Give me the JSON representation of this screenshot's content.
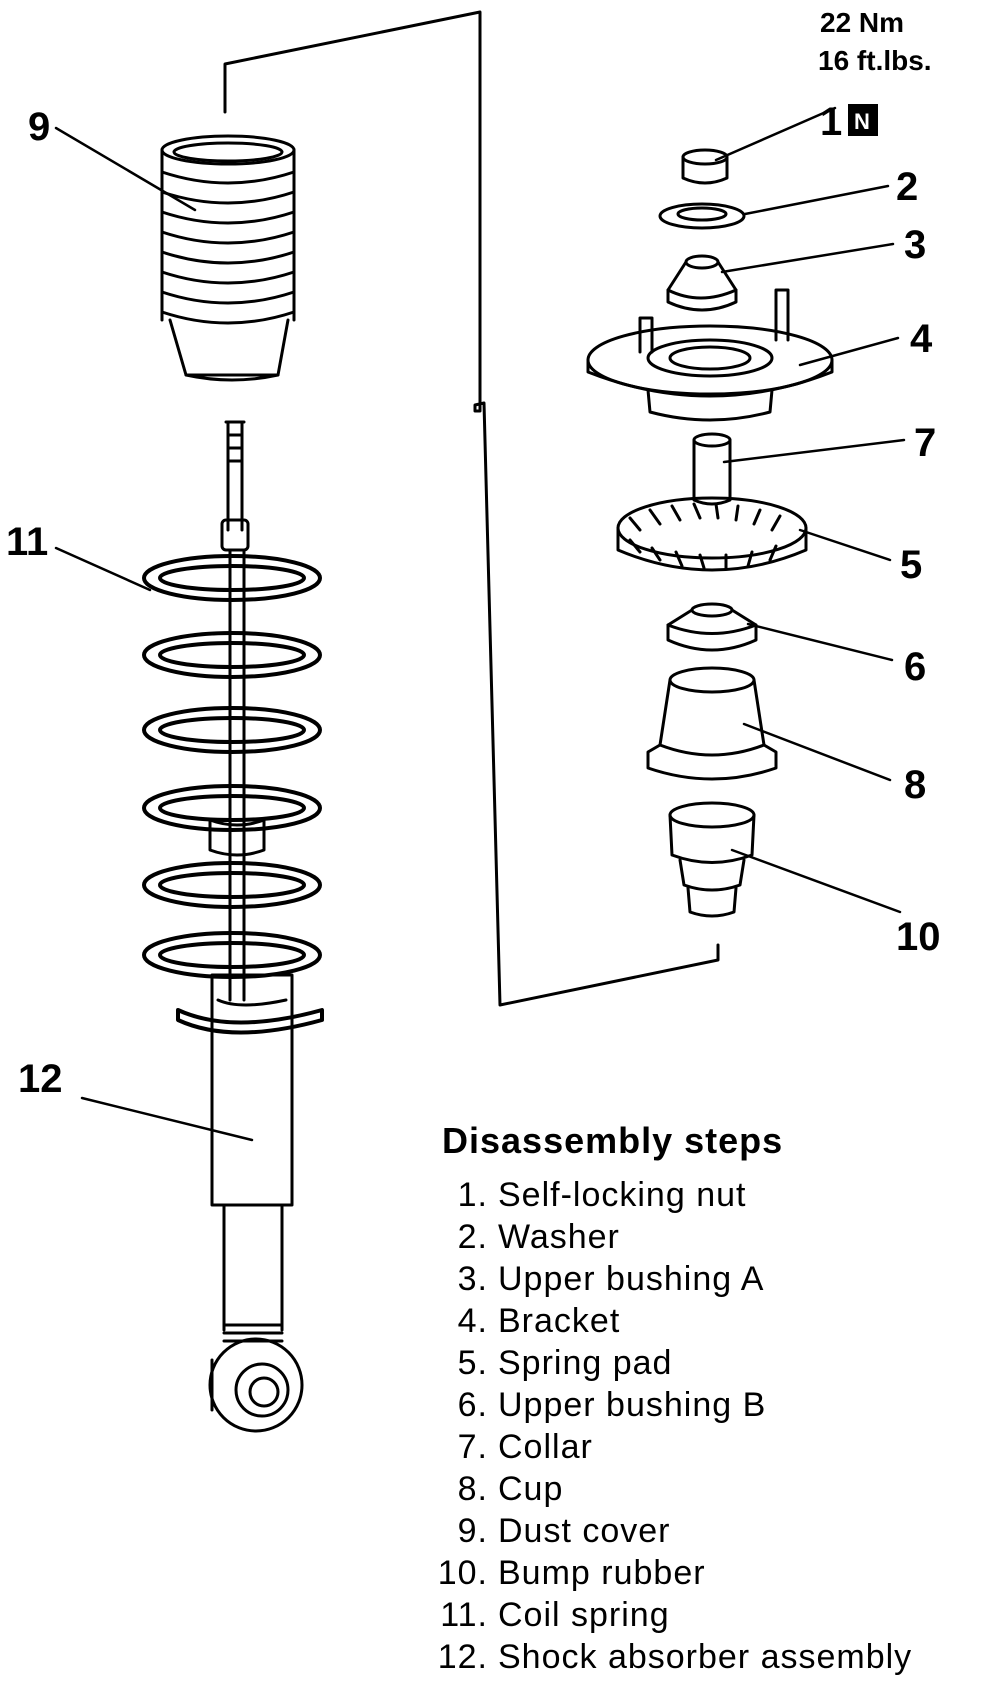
{
  "torque": {
    "line1": "22 Nm",
    "line2": "16 ft.lbs."
  },
  "new_part_badge": "N",
  "callouts": {
    "c1": "1",
    "c2": "2",
    "c3": "3",
    "c4": "4",
    "c5": "5",
    "c6": "6",
    "c7": "7",
    "c8": "8",
    "c9": "9",
    "c10": "10",
    "c11": "11",
    "c12": "12"
  },
  "steps": {
    "title": "Disassembly steps",
    "items": [
      {
        "num": "1.",
        "label": "Self-locking nut"
      },
      {
        "num": "2.",
        "label": "Washer"
      },
      {
        "num": "3.",
        "label": "Upper bushing A"
      },
      {
        "num": "4.",
        "label": "Bracket"
      },
      {
        "num": "5.",
        "label": "Spring pad"
      },
      {
        "num": "6.",
        "label": "Upper bushing B"
      },
      {
        "num": "7.",
        "label": "Collar"
      },
      {
        "num": "8.",
        "label": "Cup"
      },
      {
        "num": "9.",
        "label": "Dust cover"
      },
      {
        "num": "10.",
        "label": "Bump rubber"
      },
      {
        "num": "11.",
        "label": "Coil spring"
      },
      {
        "num": "12.",
        "label": "Shock absorber assembly"
      }
    ]
  }
}
